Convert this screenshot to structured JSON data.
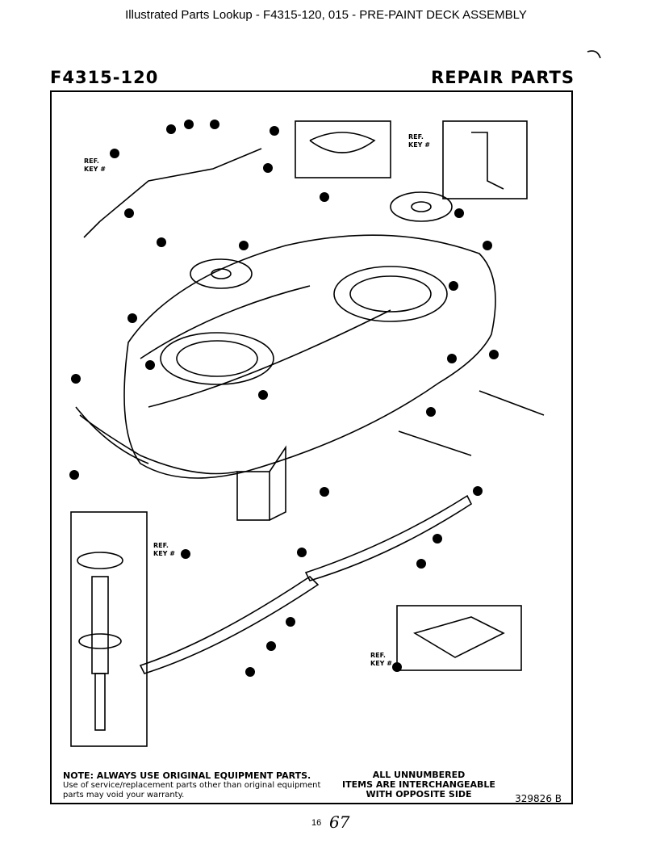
{
  "header": {
    "title": "Illustrated Parts Lookup - F4315-120, 015 - PRE-PAINT DECK ASSEMBLY"
  },
  "doc": {
    "code": "F4315-120",
    "section": "REPAIR PARTS"
  },
  "callouts": {
    "ref": "REF.",
    "key": "KEY #"
  },
  "footer": {
    "note_title": "NOTE: ALWAYS USE ORIGINAL EQUIPMENT PARTS.",
    "note_body": "Use of service/replacement parts other than original equipment parts may void your warranty.",
    "unnumbered_line1": "ALL UNNUMBERED",
    "unnumbered_line2": "ITEMS ARE INTERCHANGEABLE",
    "unnumbered_line3": "WITH OPPOSITE SIDE",
    "drawing_number": "329826 B",
    "page_number": "16",
    "handwritten": "67"
  }
}
